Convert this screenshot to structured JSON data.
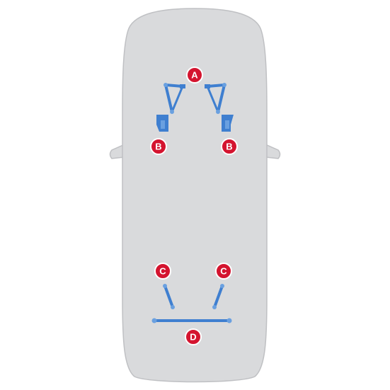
{
  "markers": {
    "a": "A",
    "b_left": "B",
    "b_right": "B",
    "c_left": "C",
    "c_right": "C",
    "d": "D"
  },
  "colors": {
    "car_body": "#d9dadc",
    "car_outline": "#bfc0c3",
    "tire": "#5c5d5f",
    "tire_shade": "#7d7e80",
    "part_blue": "#3f7fd0",
    "part_blue_light": "#6aa0e0",
    "marker_red": "#d4142f"
  }
}
